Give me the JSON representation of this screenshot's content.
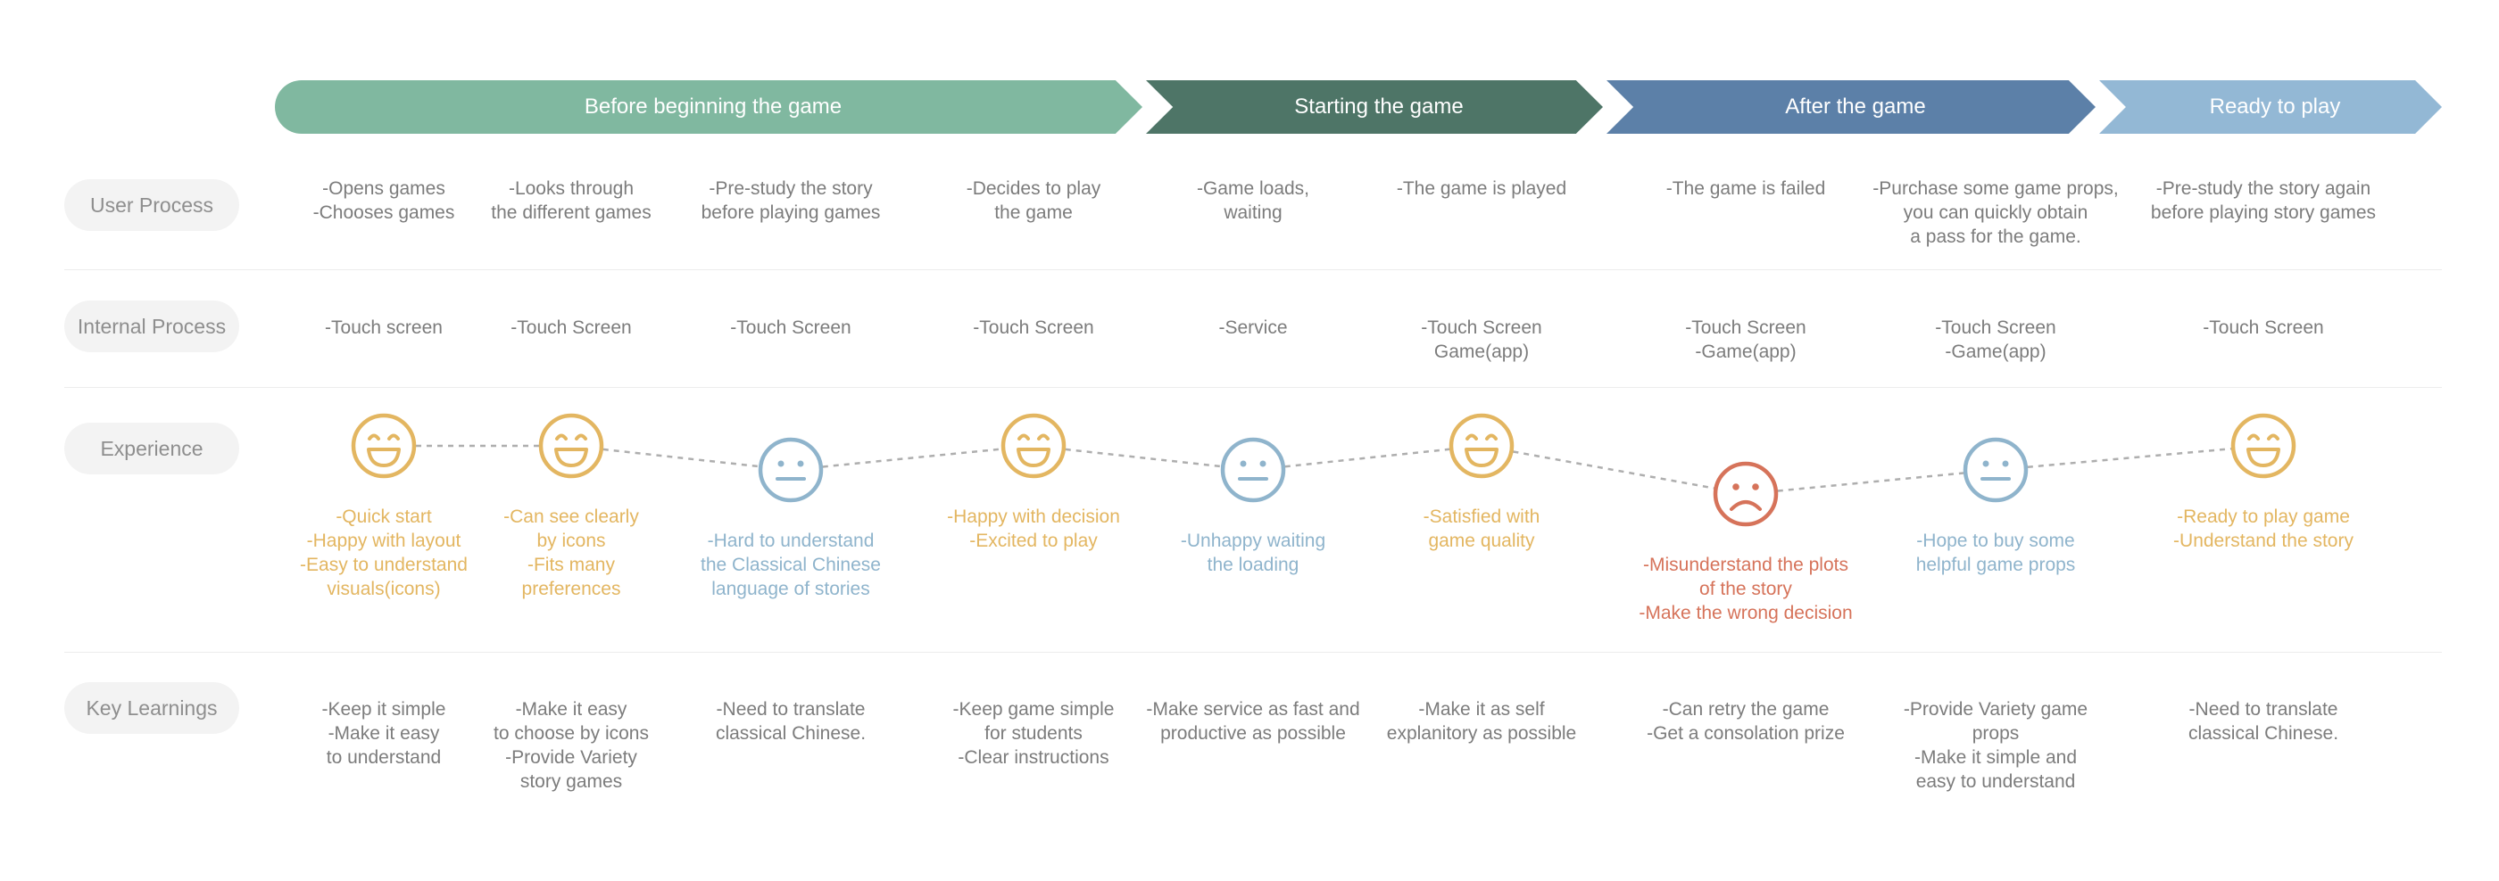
{
  "colors": {
    "phase_1": "#80b8a0",
    "phase_2": "#4e7567",
    "phase_3": "#5c80a8",
    "phase_4": "#93b8d5",
    "happy": "#e3b661",
    "neutral": "#8fb4cc",
    "sad": "#d6735a",
    "connector": "#aeaeae"
  },
  "phases": [
    {
      "label": "Before beginning the game"
    },
    {
      "label": "Starting the game"
    },
    {
      "label": "After the game"
    },
    {
      "label": "Ready to play"
    }
  ],
  "rows": {
    "user_process": "User Process",
    "internal_process": "Internal Process",
    "experience": "Experience",
    "key_learnings": "Key Learnings"
  },
  "columns": [
    {
      "user": "-Opens games\n-Chooses games",
      "internal": "-Touch screen",
      "mood": "happy",
      "experience": "-Quick start\n-Happy with layout\n-Easy to understand\nvisuals(icons)",
      "learning": "-Keep it simple\n-Make it easy\nto understand"
    },
    {
      "user": "-Looks through\nthe different games",
      "internal": "-Touch Screen",
      "mood": "happy",
      "experience": "-Can see clearly\nby icons\n-Fits many\npreferences",
      "learning": "-Make it easy\nto choose by icons\n-Provide Variety\nstory games"
    },
    {
      "user": "-Pre-study the story\nbefore playing games",
      "internal": "-Touch Screen",
      "mood": "neutral",
      "experience": "-Hard to understand\nthe Classical Chinese\nlanguage of stories",
      "learning": "-Need to translate\nclassical Chinese."
    },
    {
      "user": "-Decides to play\nthe game",
      "internal": "-Touch Screen",
      "mood": "happy",
      "experience": "-Happy with decision\n-Excited to play",
      "learning": "-Keep game simple\nfor students\n-Clear instructions"
    },
    {
      "user": "-Game loads,\nwaiting",
      "internal": "-Service",
      "mood": "neutral",
      "experience": "-Unhappy waiting\nthe loading",
      "learning": "-Make service as fast and\nproductive as possible"
    },
    {
      "user": "-The game is played",
      "internal": "-Touch Screen\nGame(app)",
      "mood": "happy",
      "experience": "-Satisfied with\ngame quality",
      "learning": "-Make it as self\nexplanitory as possible"
    },
    {
      "user": "-The game is failed",
      "internal": "-Touch Screen\n-Game(app)",
      "mood": "sad",
      "experience": "-Misunderstand the plots\nof the story\n-Make the wrong decision",
      "learning": "-Can retry the game\n-Get a consolation prize"
    },
    {
      "user": "-Purchase some game props,\nyou can quickly obtain\na pass for the game.",
      "internal": "-Touch Screen\n-Game(app)",
      "mood": "neutral",
      "experience": "-Hope to buy some\nhelpful game props",
      "learning": "-Provide Variety game\nprops\n-Make it simple and\neasy to understand"
    },
    {
      "user": "-Pre-study the story again\nbefore playing story games",
      "internal": "-Touch Screen",
      "mood": "happy",
      "experience": "-Ready to play game\n-Understand the story",
      "learning": "-Need to translate\nclassical Chinese."
    }
  ]
}
